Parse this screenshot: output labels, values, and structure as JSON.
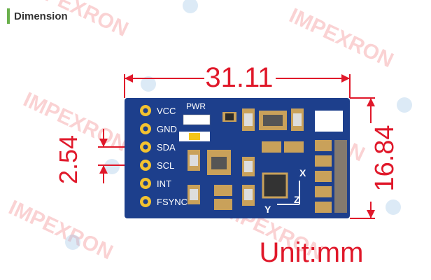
{
  "section": {
    "title": "Dimension"
  },
  "colors": {
    "accent": "#6ab04c",
    "pcb": "#1d3f8c",
    "dimension": "#e0182a",
    "silkscreen": "#ffffff",
    "watermark": "#e8323a"
  },
  "dimensions": {
    "width": "31.11",
    "height": "16.84",
    "pitch": "2.54",
    "unit_label": "Unit:mm"
  },
  "board": {
    "pins": [
      "VCC",
      "GND",
      "SDA",
      "SCL",
      "INT",
      "FSYNC"
    ],
    "power_label": "PWR",
    "axes": {
      "x": "X",
      "y": "Y",
      "z": "Z"
    }
  },
  "watermark": {
    "text": "IMPEXRON"
  }
}
